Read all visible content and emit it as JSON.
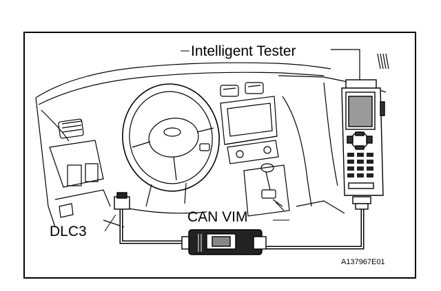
{
  "labels": {
    "intelligent_tester": "Intelligent Tester",
    "can_vim": "CAN VIM",
    "dlc3": "DLC3"
  },
  "figure_id": "A137967E01",
  "colors": {
    "line": "#000000",
    "background": "#ffffff",
    "screen_fill": "#9a9a9a",
    "device_fill": "#222222"
  }
}
